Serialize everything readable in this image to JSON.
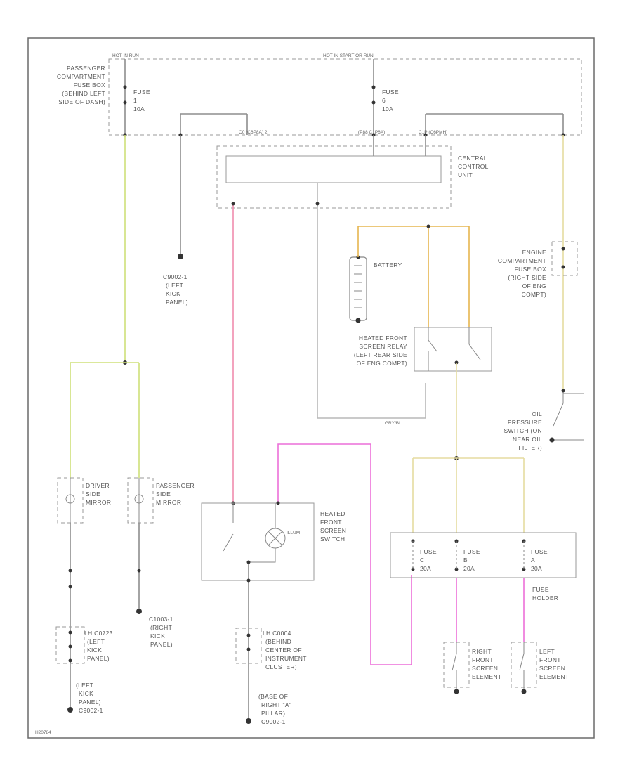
{
  "wire_colors": {
    "grey": "#8e8e8e",
    "yellow_green": "#cfe07a",
    "pink": "#f08cae",
    "magenta": "#ec6fd8",
    "tan": "#e5dca0",
    "orange": "#e6b54f"
  },
  "labels": {
    "passenger_fuse_box": [
      "PASSENGER",
      "COMPARTMENT",
      "FUSE BOX",
      "(BEHIND LEFT",
      "SIDE OF DASH)"
    ],
    "fuse1": [
      "FUSE",
      "1",
      "10A"
    ],
    "fuse6": [
      "FUSE",
      "6",
      "10A"
    ],
    "central_control_unit": [
      "CENTRAL",
      "CONTROL",
      "UNIT"
    ],
    "ground_left_kick": [
      "C9002-1",
      "(LEFT",
      "KICK",
      "PANEL)"
    ],
    "battery": [
      "BATTERY"
    ],
    "engine_fuse_box": [
      "ENGINE",
      "COMPARTMENT",
      "FUSE BOX",
      "(RIGHT SIDE",
      "OF ENG",
      "COMPT)"
    ],
    "relay": [
      "HEATED FRONT",
      "SCREEN RELAY",
      "(LEFT REAR SIDE",
      "OF ENG COMPT)"
    ],
    "oil_switch": [
      "OIL",
      "PRESSURE",
      "SWITCH (ON",
      "NEAR OIL",
      "FILTER)"
    ],
    "driver_mirror": [
      "DRIVER",
      "SIDE",
      "MIRROR"
    ],
    "passenger_mirror": [
      "PASSENGER",
      "SIDE",
      "MIRROR"
    ],
    "screen_switch": [
      "HEATED",
      "FRONT",
      "SCREEN",
      "SWITCH"
    ],
    "illum": "ILLUM",
    "fuse_c": [
      "FUSE",
      "C",
      "20A"
    ],
    "fuse_b": [
      "FUSE",
      "B",
      "20A"
    ],
    "fuse_a": [
      "FUSE",
      "A",
      "20A"
    ],
    "fuse_holder": [
      "FUSE",
      "HOLDER"
    ],
    "right_element": [
      "RIGHT",
      "FRONT",
      "SCREEN",
      "ELEMENT"
    ],
    "left_element": [
      "LEFT",
      "FRONT",
      "SCREEN",
      "ELEMENT"
    ],
    "ground_right_kick": [
      "C1003-1",
      "(RIGHT",
      "KICK",
      "PANEL)"
    ],
    "lh_c0723": [
      "LH C0723",
      "(LEFT",
      "KICK",
      "PANEL)"
    ],
    "lh_c0004": [
      "LH C0004",
      "(BEHIND",
      "CENTER OF",
      "INSTRUMENT",
      "CLUSTER)"
    ],
    "left_kick_c9002": [
      "(LEFT",
      "KICK",
      "PANEL)",
      "C9002-1"
    ],
    "base_pillar": [
      "(BASE OF",
      "RIGHT \"A\"",
      "PILLAR)",
      "C9002-1"
    ],
    "hot_run": "HOT IN RUN",
    "hot_accy": "HOT IN START OR RUN",
    "conn_c0": "C0 (C6P8A) 2",
    "conn_c1": "(P88 C1P6A)",
    "conn_c2": "C1P (C6PMH)",
    "wire_grey_blue": "GRY/BLU",
    "diagram_code": "H20784"
  }
}
